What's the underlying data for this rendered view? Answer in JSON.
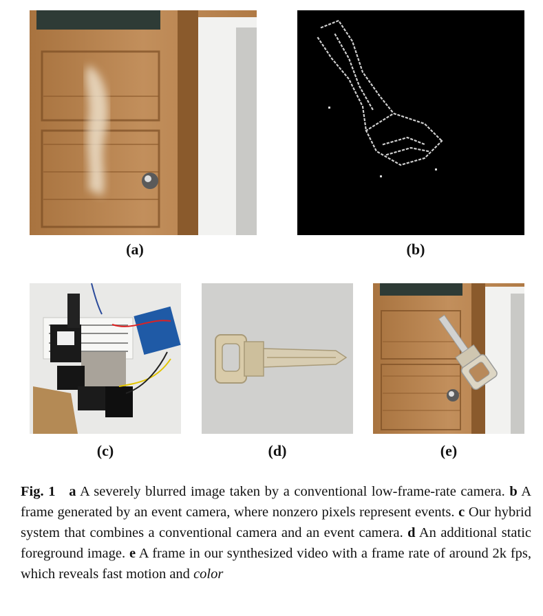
{
  "figure": {
    "panels": [
      {
        "id": "a",
        "label": "(a)"
      },
      {
        "id": "b",
        "label": "(b)"
      },
      {
        "id": "c",
        "label": "(c)"
      },
      {
        "id": "d",
        "label": "(d)"
      },
      {
        "id": "e",
        "label": "(e)"
      }
    ],
    "caption": {
      "fig_label": "Fig. 1",
      "a_letter": "a",
      "a_text": " A severely blurred image taken by a conventional low-frame-rate camera. ",
      "b_letter": "b",
      "b_text": " A frame generated by an event camera, where nonzero pixels represent events. ",
      "c_letter": "c",
      "c_text": " Our hybrid system that combines a conventional camera and an event camera. ",
      "d_letter": "d",
      "d_text": " An additional static foreground image. ",
      "e_letter": "e",
      "e_text": " A frame in our synthesized video with a frame rate of around 2k fps, which reveals fast motion and ",
      "e_emph": "color"
    }
  }
}
